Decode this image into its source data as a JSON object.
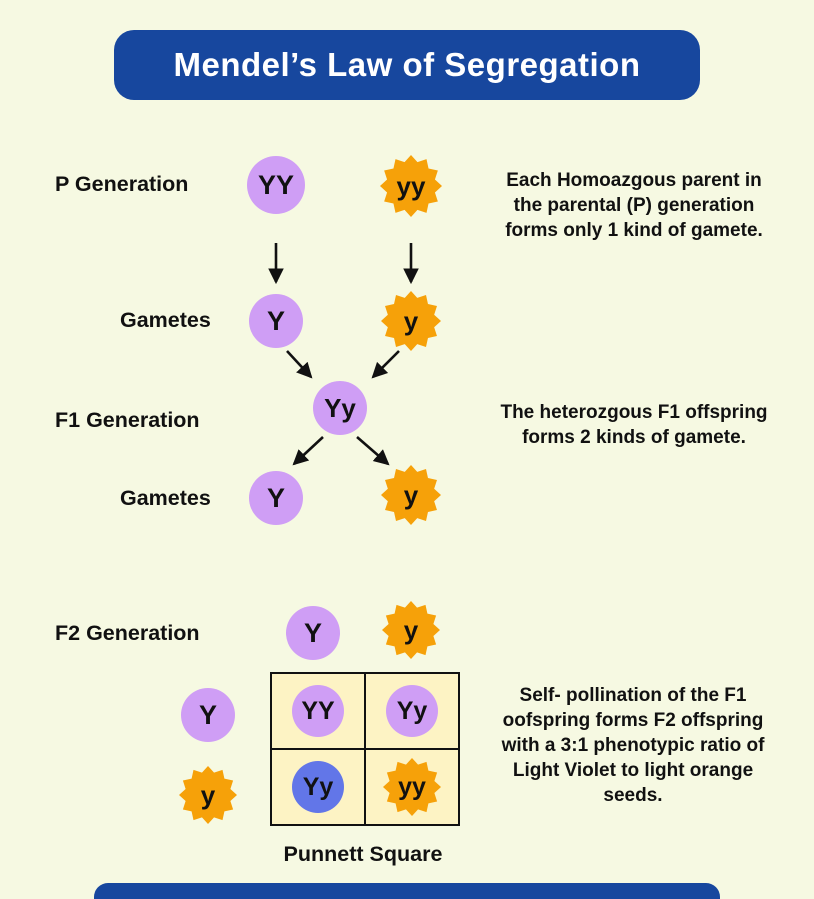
{
  "title": "Mendel’s Law of Segregation",
  "colors": {
    "banner_blue": "#17479e",
    "violet_seed": "#cf9ef5",
    "orange_seed": "#f6a109",
    "blue_seed": "#6276e8",
    "punnett_cell": "#fdf3c4",
    "background": "#f6f9e2"
  },
  "diagram": {
    "p_generation": {
      "label": "P Generation",
      "parent1": "YY",
      "parent2": "yy"
    },
    "gametes_p": {
      "label": "Gametes",
      "gamete1": "Y",
      "gamete2": "y"
    },
    "f1_generation": {
      "label": "F1 Generation",
      "offspring": "Yy"
    },
    "gametes_f1": {
      "label": "Gametes",
      "gamete1": "Y",
      "gamete2": "y"
    },
    "f2_generation": {
      "label": "F2 Generation",
      "col_header1": "Y",
      "col_header2": "y",
      "row_header1": "Y",
      "row_header2": "y"
    },
    "punnett": {
      "label": "Punnett Square",
      "cells": [
        {
          "text": "YY",
          "type": "violet"
        },
        {
          "text": "Yy",
          "type": "violet"
        },
        {
          "text": "Yy",
          "type": "blue"
        },
        {
          "text": "yy",
          "type": "orange"
        }
      ]
    }
  },
  "annotations": {
    "p_note": "Each Homoazgous parent in the parental (P) generation forms only 1 kind of gamete.",
    "f1_note": "The heterozgous F1 offspring forms 2 kinds of gamete.",
    "f2_note": "Self- pollination of the F1 oofspring forms F2 offspring with a 3:1 phenotypic ratio of Light Violet to light orange seeds."
  }
}
